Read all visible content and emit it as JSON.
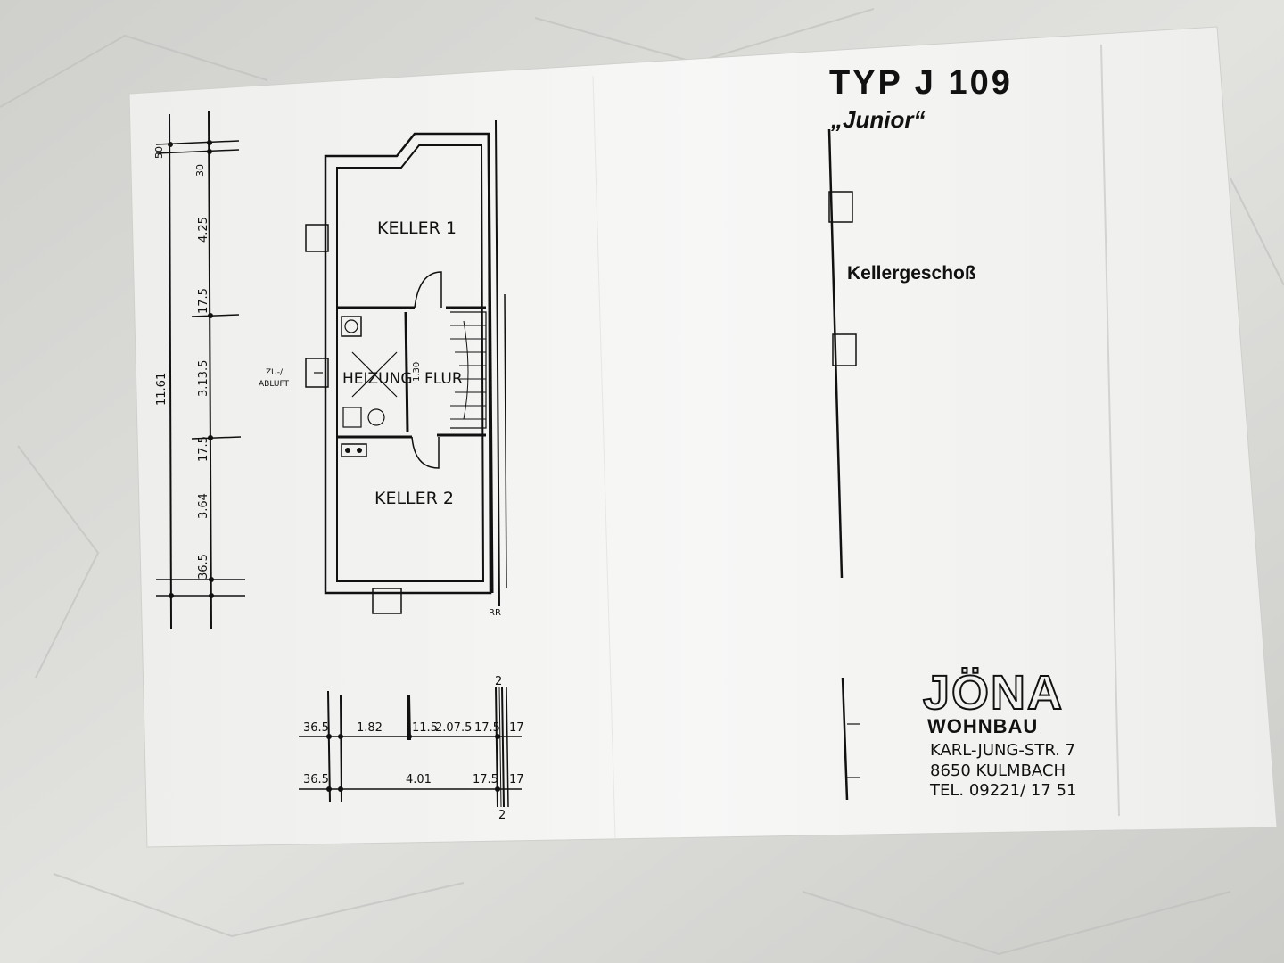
{
  "title": {
    "type_label": "TYP J 109",
    "name": "„Junior“",
    "floor": "Kellergeschoß"
  },
  "rooms": {
    "keller1": "KELLER 1",
    "keller2": "KELLER 2",
    "heizung": "HEIZUNG",
    "flur": "FLUR",
    "door_width": "1.30",
    "zu_abluft_1": "ZU-/",
    "zu_abluft_2": "ABLUFT"
  },
  "dimensions": {
    "total_depth": "11.61",
    "vertical": [
      "50",
      "30",
      "4.25",
      "17.5",
      "3.13.5",
      "17.5",
      "3.64",
      "36.5"
    ],
    "row1": [
      "36.5",
      "1.82",
      "11.5",
      "2.07.5",
      "17.5",
      "17"
    ],
    "row2": [
      "36.5",
      "4.01",
      "17.5",
      "17"
    ],
    "axis_label": "2",
    "rr_label": "RR"
  },
  "company": {
    "logo_text": "JÖNA",
    "logo_sub": "WOHNBAU",
    "street": "KARL-JUNG-STR. 7",
    "city": "8650  KULMBACH",
    "phone": "TEL.  09221/ 17 51"
  }
}
